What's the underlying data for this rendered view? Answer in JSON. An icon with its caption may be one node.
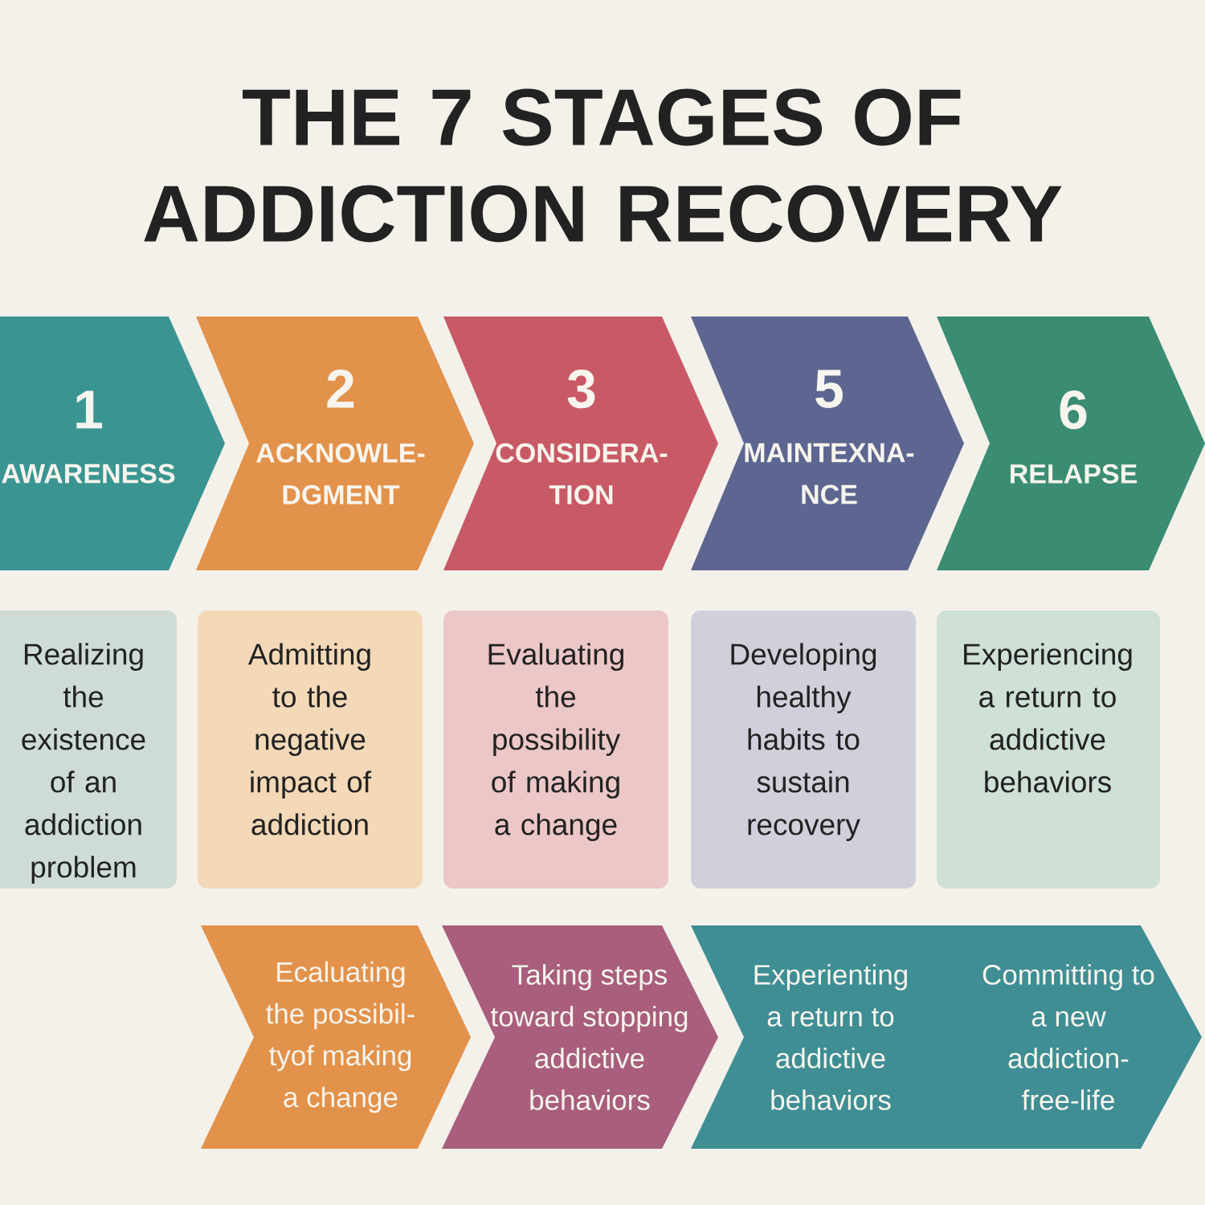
{
  "diagram": {
    "title": "THE 7 STAGES OF ADDICTION RECOVERY",
    "nodes": [
      {
        "text": [
          "1",
          "AWARENESS"
        ]
      },
      {
        "text": [
          "2",
          "ACKNOWLE- DGMENT"
        ]
      },
      {
        "text": [
          "3",
          "CONSIDERA- TION"
        ]
      },
      {
        "text": [
          "5",
          "MAINTEXNA- NCE"
        ]
      },
      {
        "text": [
          "6",
          "RELAPSE"
        ]
      },
      {
        "text": [
          "Realizing the existence of an addiction problem"
        ]
      },
      {
        "text": [
          "Admitting to the negative impact of addiction"
        ]
      },
      {
        "text": [
          "Evaluating the possibility of making a change"
        ]
      },
      {
        "text": [
          "Developing healthy habits to sustain recovery"
        ]
      },
      {
        "text": [
          "Experiencing a return to addictive behaviors"
        ]
      },
      {
        "text": [
          "Ecaluating the possibil- tyof making a change"
        ]
      },
      {
        "text": [
          "Taking steps toward stopping addictive behaviors"
        ]
      },
      {
        "text": [
          "Experienting a return to addictive behaviors",
          "Committing to a new addiction- free-life"
        ]
      }
    ]
  }
}
